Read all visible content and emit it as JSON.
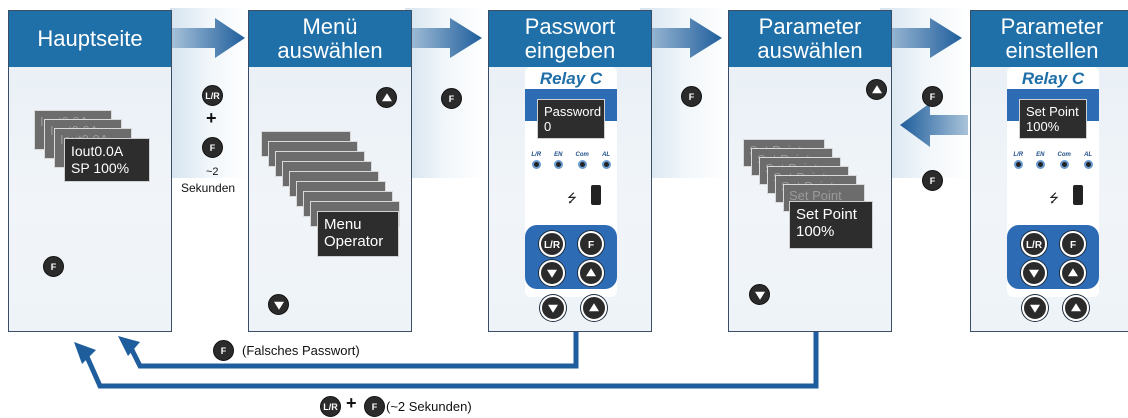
{
  "colors": {
    "title_bar": "#1f6fa8",
    "arrow": "#1f5e9c",
    "panel_border": "#3a4f66",
    "lcd": "#2d2d2d"
  },
  "panels": [
    {
      "title": [
        "Hauptseite"
      ]
    },
    {
      "title": [
        "Menü",
        "auswählen"
      ]
    },
    {
      "title": [
        "Passwort",
        "eingeben"
      ]
    },
    {
      "title": [
        "Parameter",
        "auswählen"
      ]
    },
    {
      "title": [
        "Parameter",
        "einstellen"
      ]
    }
  ],
  "main_screen": {
    "stack_text": [
      "Iout0.0A",
      "Iout0.0A",
      "Iout0.0A"
    ],
    "front_line1": "Iout0.0A",
    "front_line2": "SP 100%"
  },
  "menu_screen": {
    "front_line1": "Menu",
    "front_line2": "Operator"
  },
  "parameter_screen": {
    "stack_text": "Set Point",
    "front_line1": "Set Point",
    "front_line2": "100%"
  },
  "device": {
    "logo": "Relay C",
    "leds": [
      "L/R",
      "EN",
      "Com",
      "AL"
    ],
    "usb_symbol": "⭍"
  },
  "password_display": {
    "line1": "Password",
    "line2": "0"
  },
  "setpoint_display": {
    "line1": "Set Point",
    "line2": "100%"
  },
  "buttons": {
    "lr": "L/R",
    "f": "F"
  },
  "transition_1": {
    "plus": "+",
    "tilde": "~2",
    "seconds": "Sekunden"
  },
  "bottom": {
    "wrong_password": "(Falsches Passwort)",
    "plus": "+",
    "two_seconds": "(~2 Sekunden)"
  }
}
